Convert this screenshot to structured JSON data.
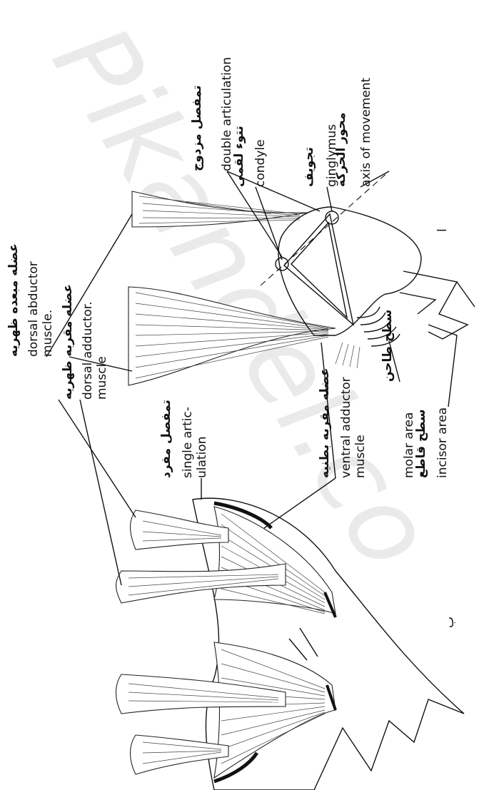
{
  "watermark": "Pikandel.co",
  "fig_marks": {
    "upper": "ا",
    "lower": "ب"
  },
  "labels": {
    "double_articulation": "double articulation",
    "double_articulation_fa": "تمفصل مزدوج",
    "condyle": "condyle",
    "condyle_fa": "تتوء لقمی",
    "ginglymus": "ginglymus",
    "ginglymus_fa": "تجویف",
    "axis_of_movement": "axis of movement",
    "axis_of_movement_fa": "محور الحرکه",
    "dorsal_abductor_line1": "dorsal abductor",
    "dorsal_abductor_line2": "muscle.",
    "dorsal_abductor_fa": "عضله مبعده ظهریه",
    "dorsal_adductor_line1": "dorsal adductor.",
    "dorsal_adductor_line2": "muscle",
    "dorsal_adductor_fa": "عضله مقربه ظهریه",
    "single_articulation_line1": "single artic-",
    "single_articulation_line2": "ulation",
    "single_articulation_fa": "تمفصل مفرد",
    "ventral_adductor_line1": "ventral adductor",
    "ventral_adductor_line2": "muscle",
    "ventral_adductor_fa": "عضله مقربه بطنیه",
    "molar_area": "molar area",
    "molar_area_fa": "سطح طاحن",
    "incisor_area": "incisor area",
    "incisor_area_fa": "سطح قاطع"
  }
}
